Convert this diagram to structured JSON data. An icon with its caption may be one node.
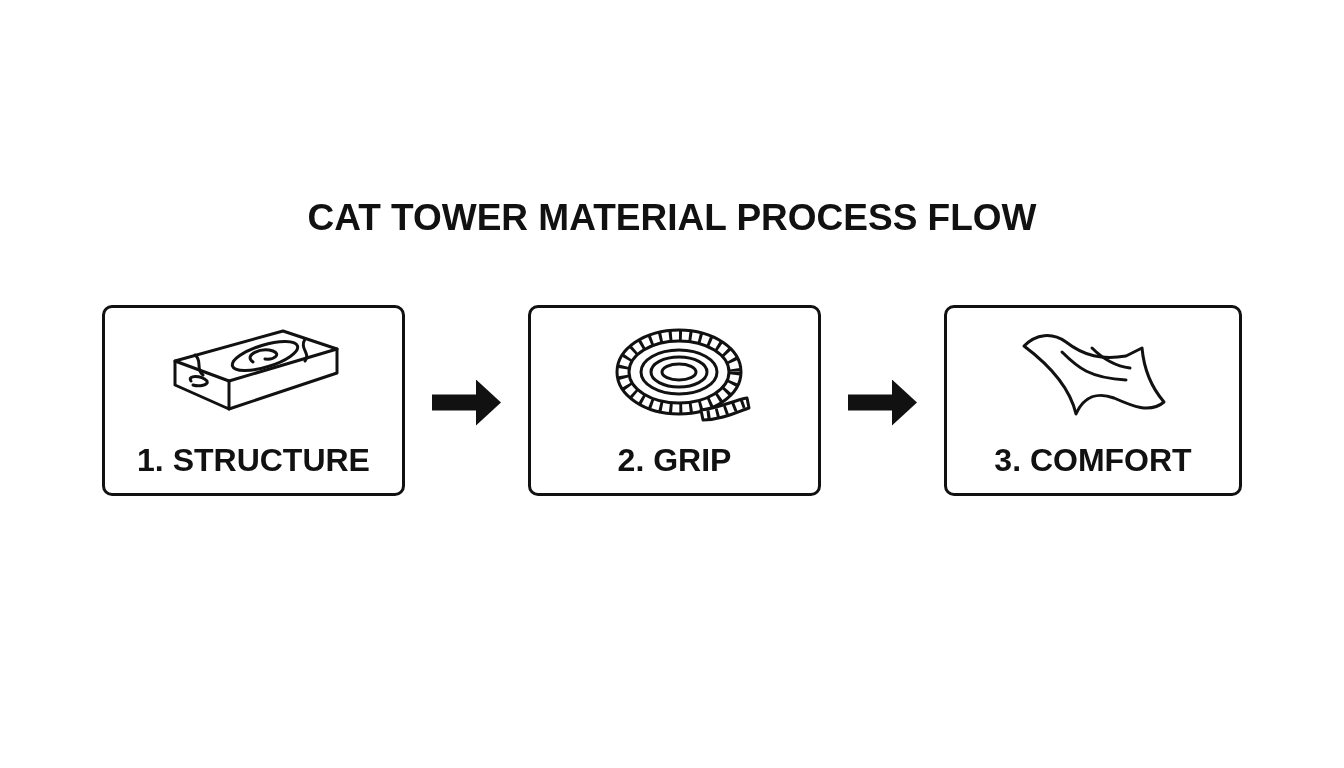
{
  "diagram": {
    "title": "CAT TOWER MATERIAL PROCESS FLOW",
    "nodes": [
      {
        "text": [
          "1. STRUCTURE"
        ]
      },
      {
        "text": [
          "2. GRIP"
        ]
      },
      {
        "text": [
          "3. COMFORT"
        ]
      }
    ],
    "edges": [
      {
        "from": 0,
        "to": 1,
        "arrow": "to"
      },
      {
        "from": 1,
        "to": 2,
        "arrow": "to"
      }
    ]
  }
}
